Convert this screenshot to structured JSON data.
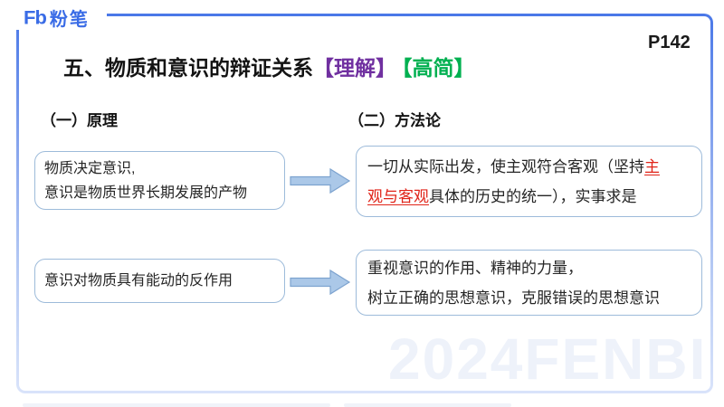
{
  "header": {
    "logo_mark": "Fb",
    "logo_text": "粉笔",
    "page_number": "P142"
  },
  "title": {
    "main": "五、物质和意识的辩证关系",
    "tag_understand": "【理解】",
    "tag_gaojian": "【高简】"
  },
  "columns": {
    "principle_header": "（一）原理",
    "methodology_header": "（二）方法论"
  },
  "rows": [
    {
      "principle": [
        [
          {
            "t": "物质决定意识,"
          }
        ],
        [
          {
            "t": "意识是物质世界长期发展的产物"
          }
        ]
      ],
      "method": [
        [
          {
            "t": "一切从实际出发，使主观符合客观（坚持"
          },
          {
            "t": "主",
            "em": true
          }
        ],
        [
          {
            "t": "观与客观",
            "em": true
          },
          {
            "t": "具体的历史的统一），实事求是"
          }
        ]
      ]
    },
    {
      "principle": [
        [
          {
            "t": "意识对物质具有能动的反作用"
          }
        ]
      ],
      "method": [
        [
          {
            "t": "重视意识的作用、精神的力量，"
          }
        ],
        [
          {
            "t": "树立正确的思想意识，克服错误的思想意识"
          }
        ]
      ]
    }
  ],
  "watermark": "2024FENBI",
  "colors": {
    "brand_blue": "#3a6ce6",
    "frame_top": "#4a78e8",
    "frame_bottom": "#d9e3fa",
    "tag_purple": "#7030a0",
    "tag_green": "#00b050",
    "em_red": "#e02419",
    "box_border": "#9dbbda",
    "arrow_fill": "#abc8e8",
    "arrow_stroke": "#7da3cf",
    "watermark": "#eef2fa"
  }
}
